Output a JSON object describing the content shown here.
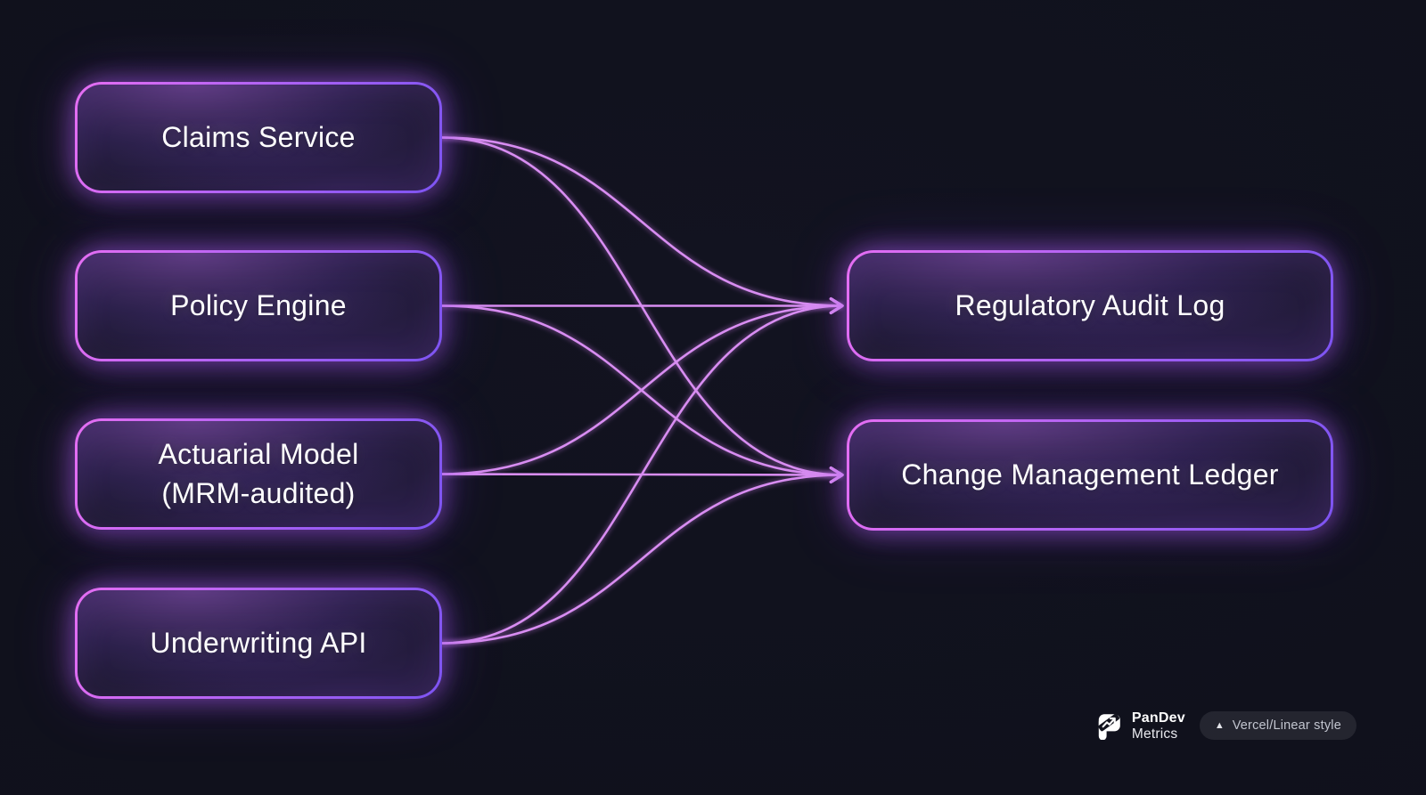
{
  "colors": {
    "background": "#121320",
    "edge": "#d88df1",
    "edge-glow": "#c877e8",
    "node-border-from": "#e56ef3",
    "node-border-to": "#7d54f2",
    "node-text": "#ffffff",
    "badge-bg": "#26262f",
    "badge-text": "#c2c5cf"
  },
  "nodes": {
    "left": [
      {
        "id": "claims-service",
        "label": "Claims Service"
      },
      {
        "id": "policy-engine",
        "label": "Policy Engine"
      },
      {
        "id": "actuarial-model",
        "label": "Actuarial Model\n(MRM-audited)"
      },
      {
        "id": "underwriting-api",
        "label": "Underwriting API"
      }
    ],
    "right": [
      {
        "id": "regulatory-audit-log",
        "label": "Regulatory Audit Log"
      },
      {
        "id": "change-management-ledger",
        "label": "Change Management Ledger"
      }
    ]
  },
  "edges": [
    {
      "from": "claims-service",
      "to": "regulatory-audit-log"
    },
    {
      "from": "claims-service",
      "to": "change-management-ledger"
    },
    {
      "from": "policy-engine",
      "to": "regulatory-audit-log"
    },
    {
      "from": "policy-engine",
      "to": "change-management-ledger"
    },
    {
      "from": "actuarial-model",
      "to": "regulatory-audit-log"
    },
    {
      "from": "actuarial-model",
      "to": "change-management-ledger"
    },
    {
      "from": "underwriting-api",
      "to": "regulatory-audit-log"
    },
    {
      "from": "underwriting-api",
      "to": "change-management-ledger"
    }
  ],
  "footer": {
    "brand_name": "PanDev",
    "brand_sub": "Metrics",
    "badge": {
      "icon": "▲",
      "label": "Vercel/Linear style"
    }
  }
}
